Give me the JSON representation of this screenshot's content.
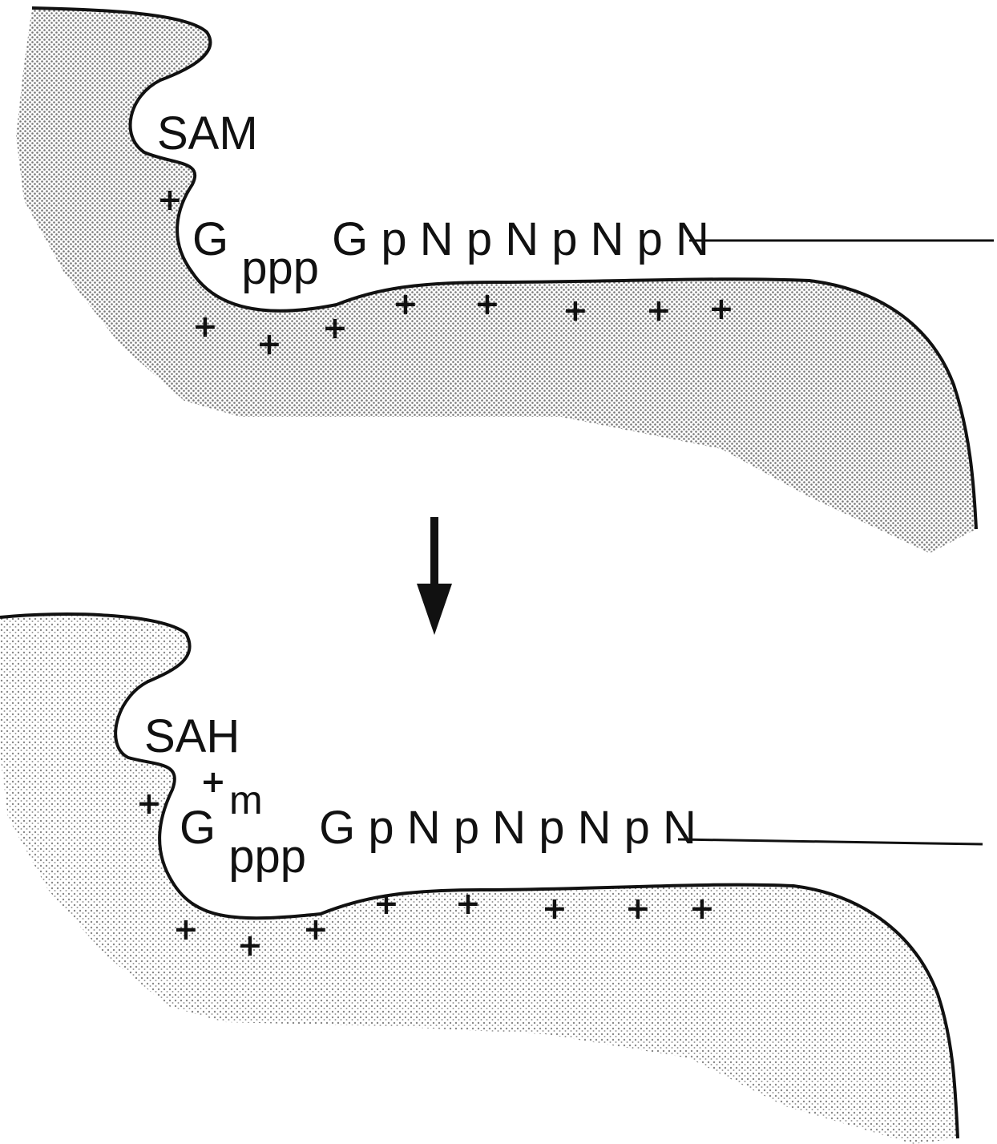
{
  "top_panel": {
    "cofactor": "SAM",
    "cap_g": "G",
    "cap_ppp": "ppp",
    "rest_g": "G",
    "rest_p1": "p",
    "n1": "N",
    "p2": "p",
    "n2": "N",
    "p3": "p",
    "n3": "N",
    "p4": "p",
    "n4": "N",
    "charge": "+"
  },
  "bottom_panel": {
    "cofactor": "SAH",
    "methyl_charge": "+",
    "methyl": "m",
    "cap_g": "G",
    "cap_ppp": "ppp",
    "rest_g": "G",
    "rest_p1": "p",
    "n1": "N",
    "p2": "p",
    "n2": "N",
    "p3": "p",
    "n3": "N",
    "p4": "p",
    "n4": "N",
    "charge": "+"
  },
  "colors": {
    "ink": "#111111",
    "stipple": "#8a8a8a"
  },
  "icons": {
    "transition": "down-arrow-icon"
  }
}
